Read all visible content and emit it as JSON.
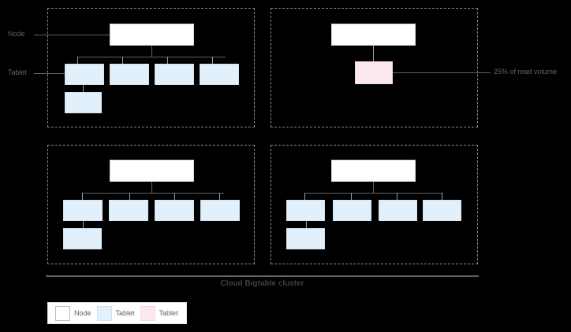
{
  "diagram": {
    "caption": "Cloud Bigtable cluster",
    "labels": {
      "node": "Node",
      "tablet": "Tablet"
    },
    "annotations": {
      "read_volume": "25% of read volume"
    },
    "colors": {
      "node_fill": "#ffffff",
      "tablet_fill": "#e1f0fb",
      "tablet_hot_fill": "#fae8ee",
      "connector": "#5f6368",
      "quadrant_border": "#8a8a8a",
      "background": "#000000",
      "text": "#5f6368"
    },
    "quadrants": [
      {
        "id": "cluster-node-1",
        "node_count": 1,
        "tablet_count": 5,
        "tablet_rows": [
          4,
          1
        ],
        "has_hot_tablet": false
      },
      {
        "id": "cluster-node-2",
        "node_count": 1,
        "tablet_count": 1,
        "tablet_rows": [
          1
        ],
        "has_hot_tablet": true
      },
      {
        "id": "cluster-node-3",
        "node_count": 1,
        "tablet_count": 5,
        "tablet_rows": [
          4,
          1
        ],
        "has_hot_tablet": false
      },
      {
        "id": "cluster-node-4",
        "node_count": 1,
        "tablet_count": 5,
        "tablet_rows": [
          4,
          1
        ],
        "has_hot_tablet": false
      }
    ],
    "legend": {
      "items": [
        {
          "label": "Node",
          "swatch": "node"
        },
        {
          "label": "Tablet",
          "swatch": "tablet-blue"
        },
        {
          "label": "Tablet",
          "swatch": "tablet-pink"
        }
      ]
    }
  }
}
